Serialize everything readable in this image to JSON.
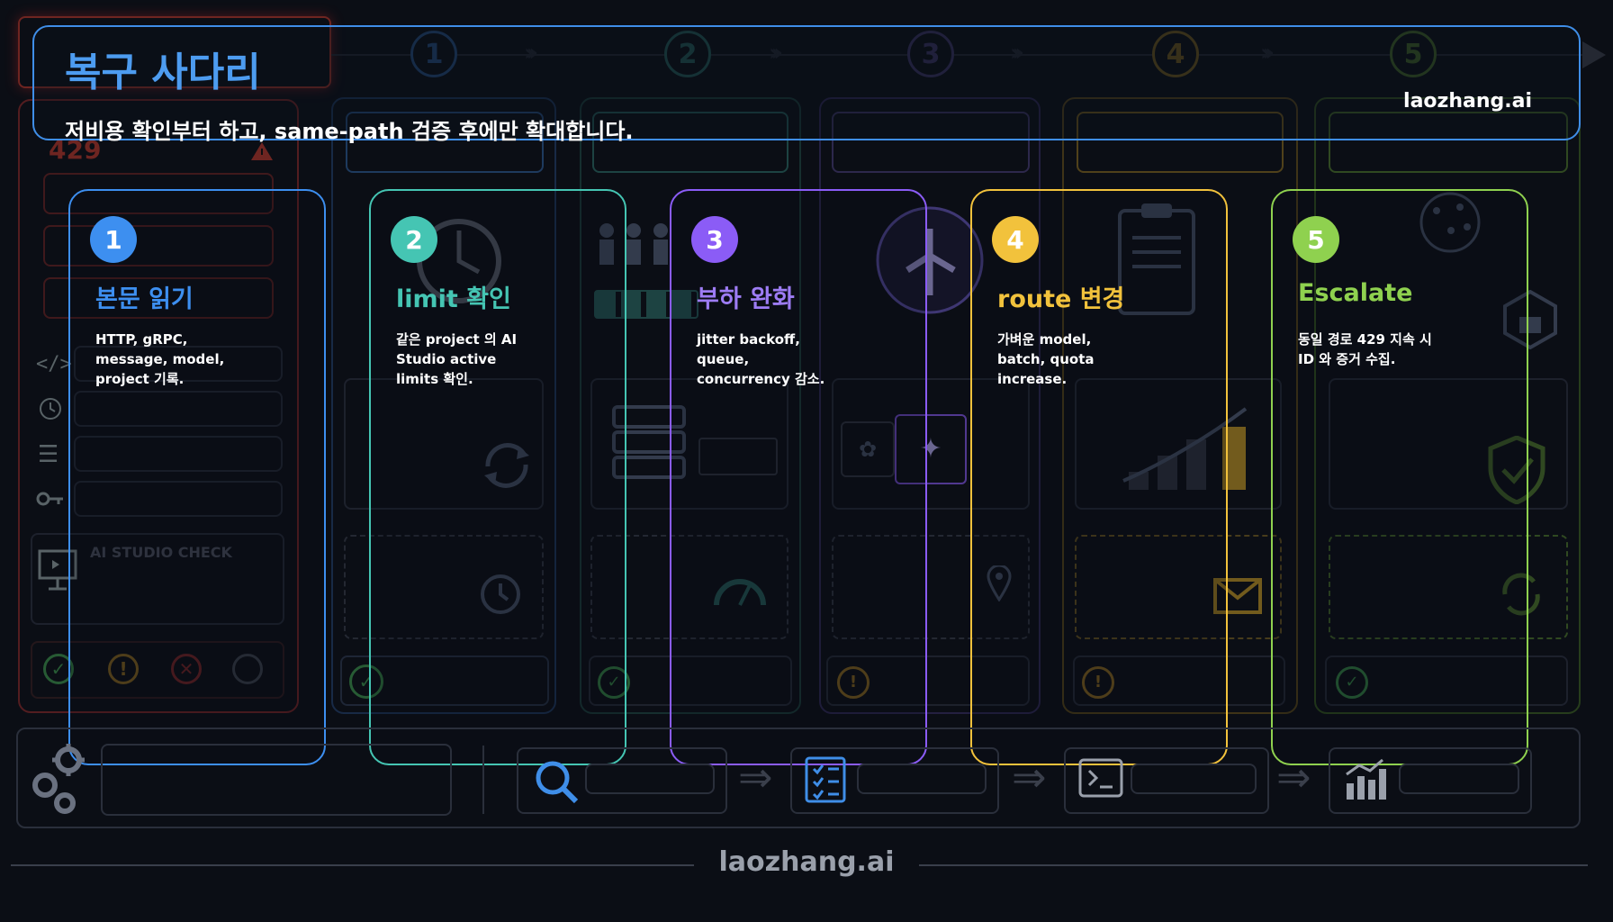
{
  "header": {
    "title": "복구 사다리",
    "subtitle": "저비용 확인부터 하고, same-path 검증 후에만 확대합니다.",
    "brand": "laozhang.ai"
  },
  "background": {
    "error_code": "429",
    "ai_studio_label": "AI STUDIO CHECK",
    "step_numbers": [
      "1",
      "2",
      "3",
      "4",
      "5"
    ]
  },
  "steps": [
    {
      "number": "1",
      "title": "본문 읽기",
      "desc": "HTTP, gRPC,\nmessage, model,\nproject 기록.",
      "color": "#3d8ff0"
    },
    {
      "number": "2",
      "title": "limit 확인",
      "desc": "같은 project 의 AI\nStudio active\nlimits 확인.",
      "color": "#45c5b3"
    },
    {
      "number": "3",
      "title": "부하 완화",
      "desc": "jitter backoff,\nqueue,\nconcurrency 감소.",
      "color": "#8b5cf6"
    },
    {
      "number": "4",
      "title": "route 변경",
      "desc": "가벼운 model,\nbatch, quota\nincrease.",
      "color": "#f2c23c"
    },
    {
      "number": "5",
      "title": "Escalate",
      "desc": "동일 경로 429 지속 시\nID 와 증거 수집.",
      "color": "#8fd14f"
    }
  ],
  "icons": [
    "code-icon",
    "clock-icon",
    "list-icon",
    "key-icon",
    "presentation-icon",
    "gear-icon",
    "search-icon",
    "checklist-icon",
    "terminal-icon",
    "chart-icon",
    "shield-icon",
    "mail-icon",
    "fork-icon",
    "network-icon"
  ],
  "footer": {
    "brand": "laozhang.ai"
  }
}
